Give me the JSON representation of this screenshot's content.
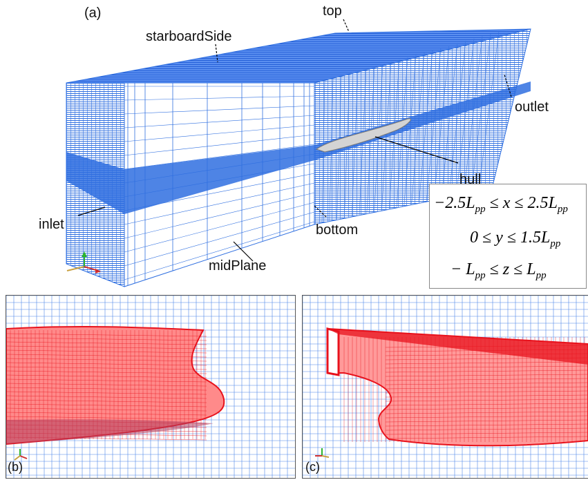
{
  "panel_a": {
    "tag": "(a)",
    "labels": {
      "top": "top",
      "starboardSide": "starboardSide",
      "outlet": "outlet",
      "hull": "hull",
      "inlet": "inlet",
      "bottom": "bottom",
      "midPlane": "midPlane"
    },
    "equations": [
      "−2.5L_pp ≤ x ≤ 2.5L_pp",
      "0 ≤ y ≤ 1.5L_pp",
      "− L_pp ≤ z ≤ L_pp"
    ],
    "eq_parts": {
      "e1a": "−2.5",
      "e1b": "L",
      "e1c": "pp",
      "e1d": " ≤ x ≤ 2.5",
      "e1e": "L",
      "e1f": "pp",
      "e2a": "0 ≤ y ≤ 1.5",
      "e2b": "L",
      "e2c": "pp",
      "e3a": "− ",
      "e3b": "L",
      "e3c": "pp",
      "e3d": " ≤ z ≤ ",
      "e3e": "L",
      "e3f": "pp"
    }
  },
  "panel_b": {
    "tag": "(b)"
  },
  "panel_c": {
    "tag": "(c)"
  },
  "colors": {
    "mesh_blue": "#2f6fe0",
    "hull_red": "#e8121c",
    "hull_gray": "#cfcfcf"
  }
}
